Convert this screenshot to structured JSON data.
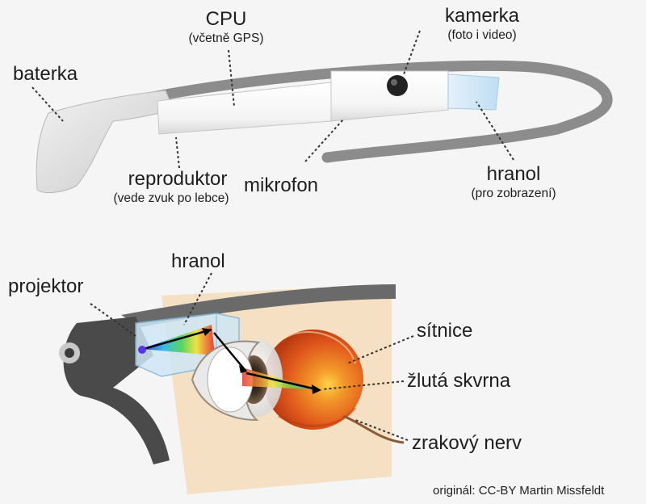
{
  "diagram": {
    "top": {
      "baterka": "baterka",
      "cpu": "CPU",
      "cpu_note": "(včetně GPS)",
      "kamerka": "kamerka",
      "kamerka_note": "(foto i video)",
      "reproduktor": "reproduktor",
      "reproduktor_note": "(vede zvuk po lebce)",
      "mikrofon": "mikrofon",
      "hranol": "hranol",
      "hranol_note": "(pro zobrazení)"
    },
    "bottom": {
      "projektor": "projektor",
      "hranol": "hranol",
      "sitnice": "sítnice",
      "zluta_skvrna": "žlutá skvrna",
      "zrakovy_nerv": "zrakový nerv"
    },
    "credit": "originál: CC-BY Martin Missfeldt"
  },
  "colors": {
    "frame": "#8c8c8c",
    "frame_dark": "#4a4a4a",
    "housing": "#ffffff",
    "prism": "#cfe6f5",
    "skin": "#f6e0c3",
    "eyeball": "#e05a1e",
    "leader": "#333333"
  }
}
